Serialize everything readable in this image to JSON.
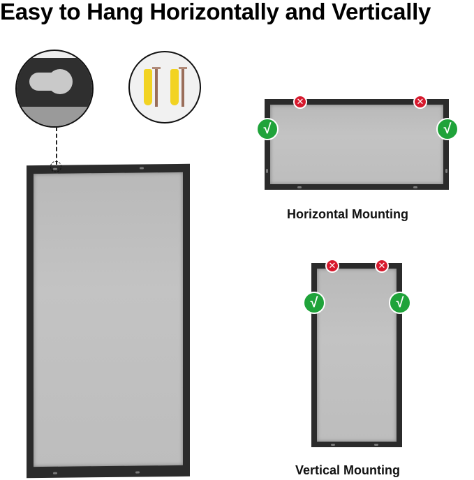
{
  "header": {
    "title": "Easy to Hang Horizontally and Vertically"
  },
  "detail_callouts": [
    {
      "name": "keyhole-slot-closeup",
      "description": "Keyhole hanging slot on frame back"
    },
    {
      "name": "hardware-closeup",
      "description": "2 yellow wall anchors and 2 screws"
    }
  ],
  "mounting_options": [
    {
      "label": "Horizontal Mounting",
      "top_hooks": "not-recommended",
      "side_hooks": "recommended"
    },
    {
      "label": "Vertical Mounting",
      "top_hooks": "not-recommended",
      "side_hooks": "recommended"
    }
  ],
  "icons": {
    "cross": "✕",
    "check": "√"
  },
  "colors": {
    "frame": "#2b2b2b",
    "glass": "#bdbdbd",
    "cross": "#d7192d",
    "check": "#1fa33a"
  }
}
